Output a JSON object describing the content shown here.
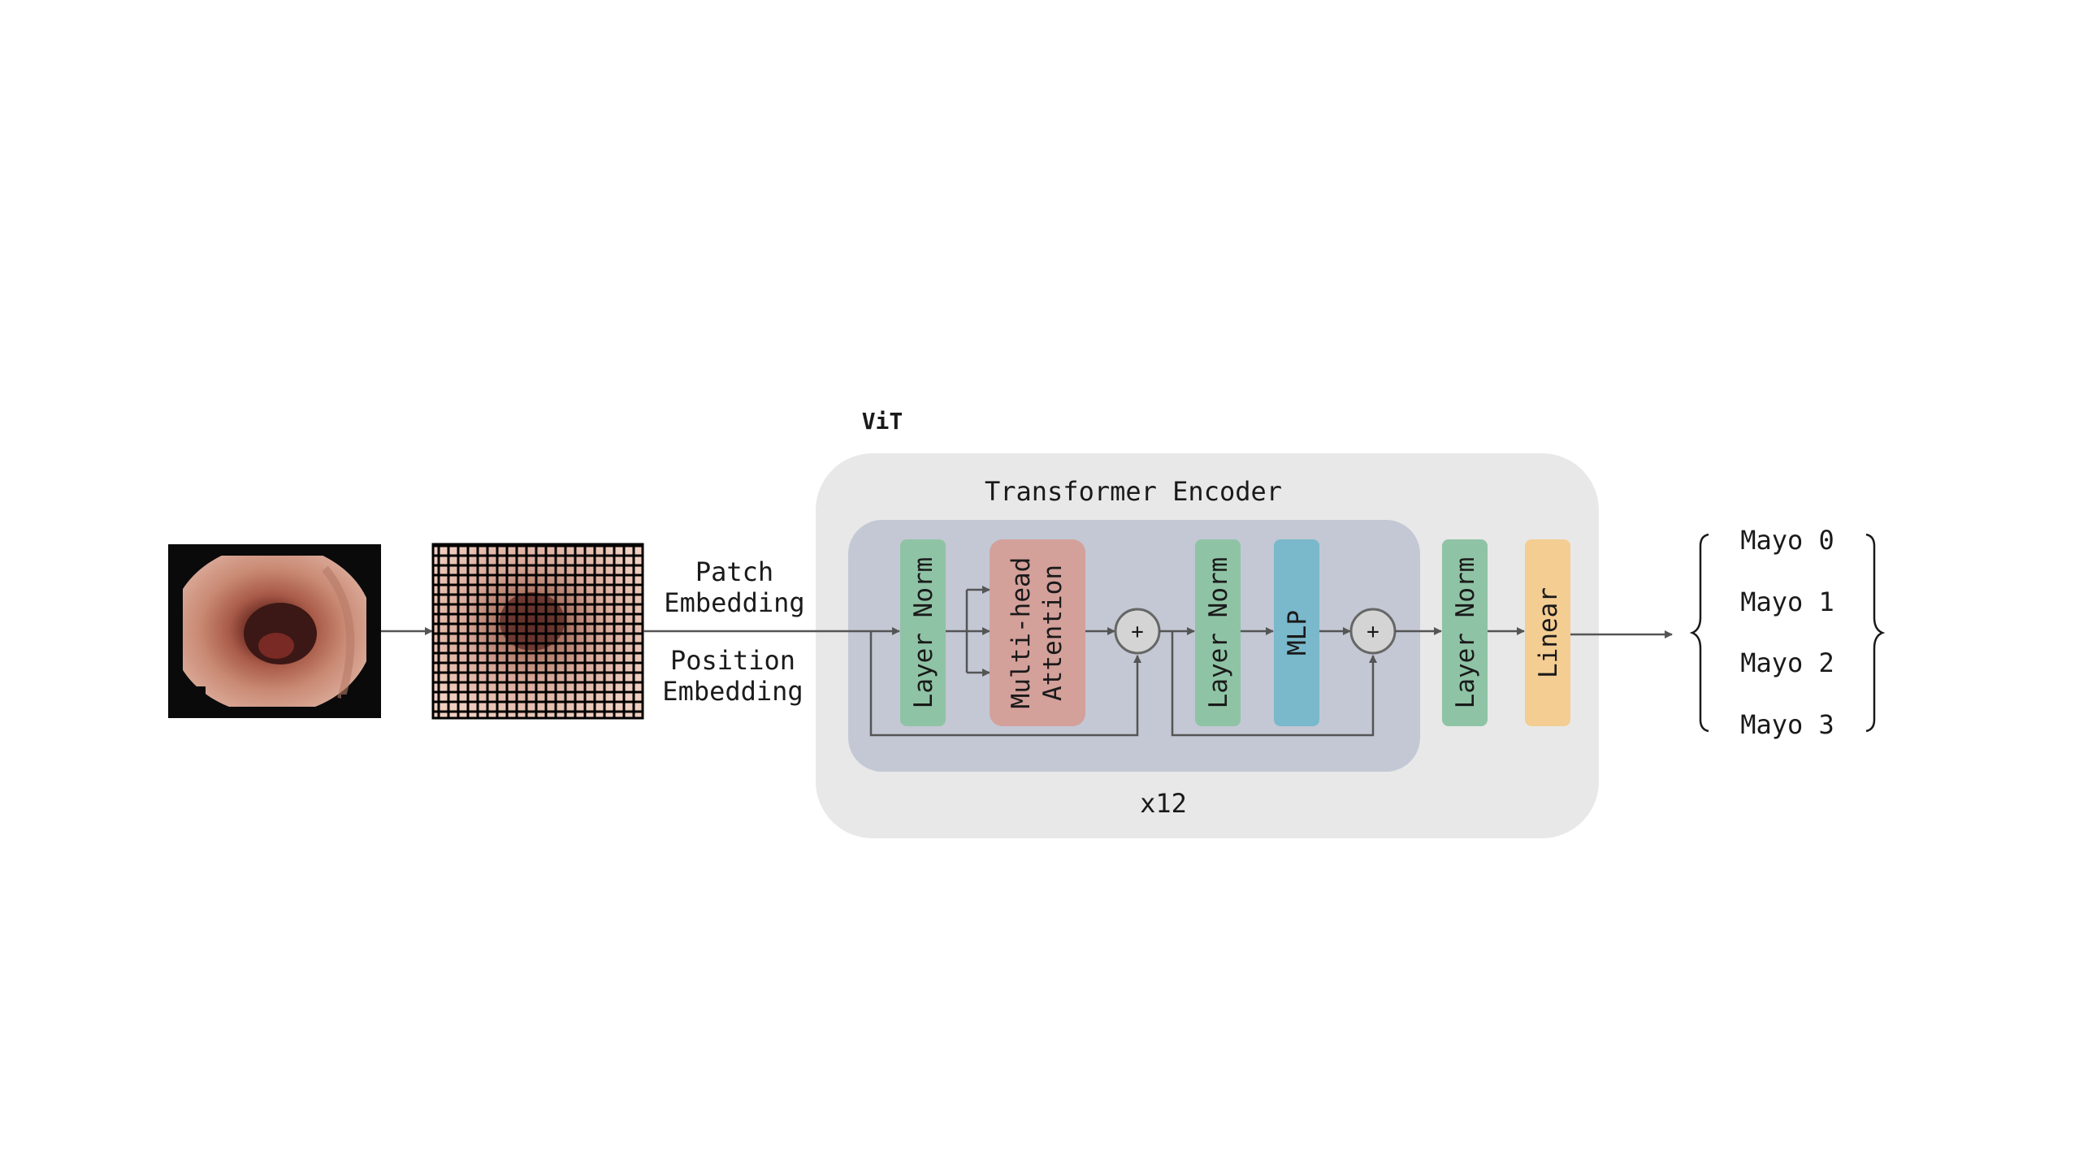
{
  "diagram": {
    "vit_label": "ViT",
    "encoder_label": "Transformer Encoder",
    "repeat_label": "x12",
    "embedding": {
      "patch_line1": "Patch",
      "patch_line2": "Embedding",
      "position_line1": "Position",
      "position_line2": "Embedding"
    },
    "blocks": {
      "layer_norm_1": "Layer Norm",
      "attention_line1": "Multi-head",
      "attention_line2": "Attention",
      "add_1": "+",
      "layer_norm_2": "Layer Norm",
      "mlp": "MLP",
      "add_2": "+",
      "layer_norm_3": "Layer Norm",
      "linear": "Linear"
    },
    "outputs": [
      "Mayo 0",
      "Mayo 1",
      "Mayo 2",
      "Mayo 3"
    ],
    "colors": {
      "vit_container": "#e8e8e8",
      "encoder_container": "#c3c8d4",
      "layer_norm": "#8fc3a5",
      "attention": "#d4a09a",
      "mlp": "#7ab8cc",
      "linear": "#f4cd92",
      "add_circle": "#d4d4d4",
      "arrow": "#555555"
    }
  }
}
